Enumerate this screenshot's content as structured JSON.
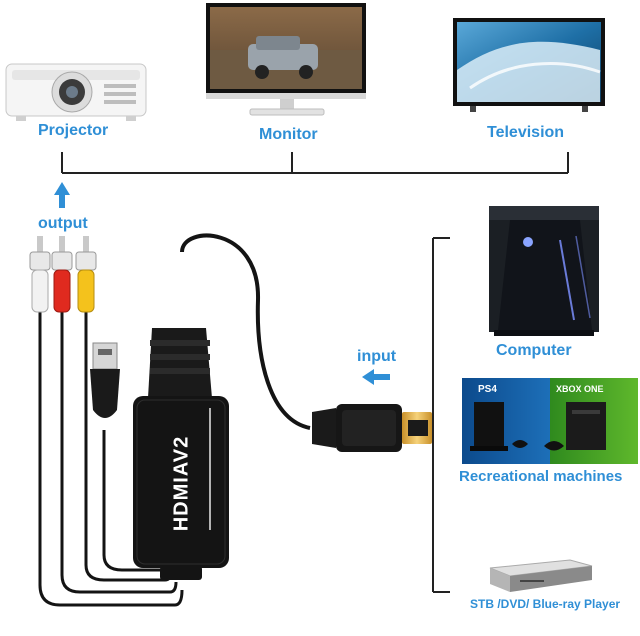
{
  "outputs": {
    "projector_label": "Projector",
    "monitor_label": "Monitor",
    "television_label": "Television"
  },
  "direction": {
    "output_label": "output",
    "input_label": "input"
  },
  "adapter": {
    "model_text": "HDMIAV2"
  },
  "sources": {
    "computer_label": "Computer",
    "game_label": "Recreational machines",
    "ps4_text": "PS4",
    "xbox_text": "XBOX ONE",
    "stb_label": "STB /DVD/ Blue-ray Player"
  },
  "colors": {
    "label_blue": "#2f8fd6",
    "rca_white": "#f2f2f2",
    "rca_red": "#e02a1f",
    "rca_yellow": "#f4c21c",
    "adapter_black": "#141414",
    "hdmi_gold": "#e9b54a"
  }
}
